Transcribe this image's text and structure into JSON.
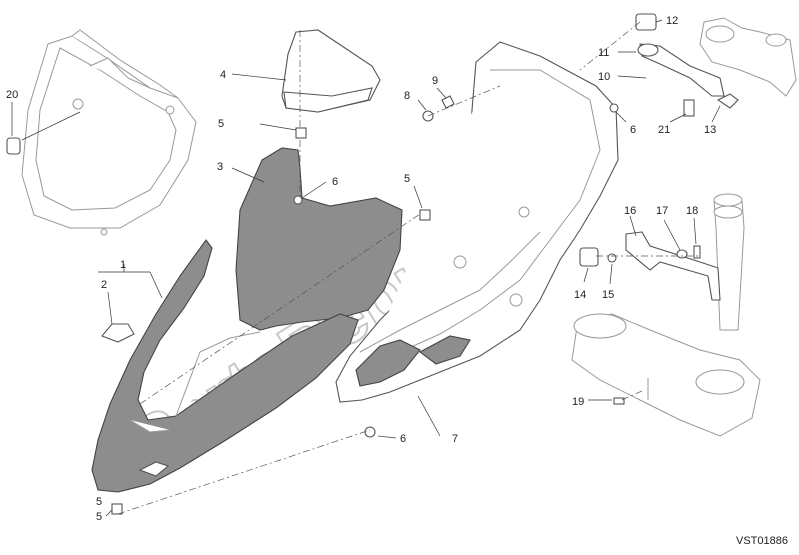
{
  "drawing_code": "VST01886",
  "watermark": "PartsRepublik",
  "callouts": [
    "1",
    "2",
    "3",
    "4",
    "5",
    "5",
    "5",
    "5",
    "6",
    "6",
    "6",
    "7",
    "8",
    "9",
    "10",
    "11",
    "12",
    "13",
    "14",
    "15",
    "16",
    "17",
    "18",
    "19",
    "20",
    "21"
  ]
}
